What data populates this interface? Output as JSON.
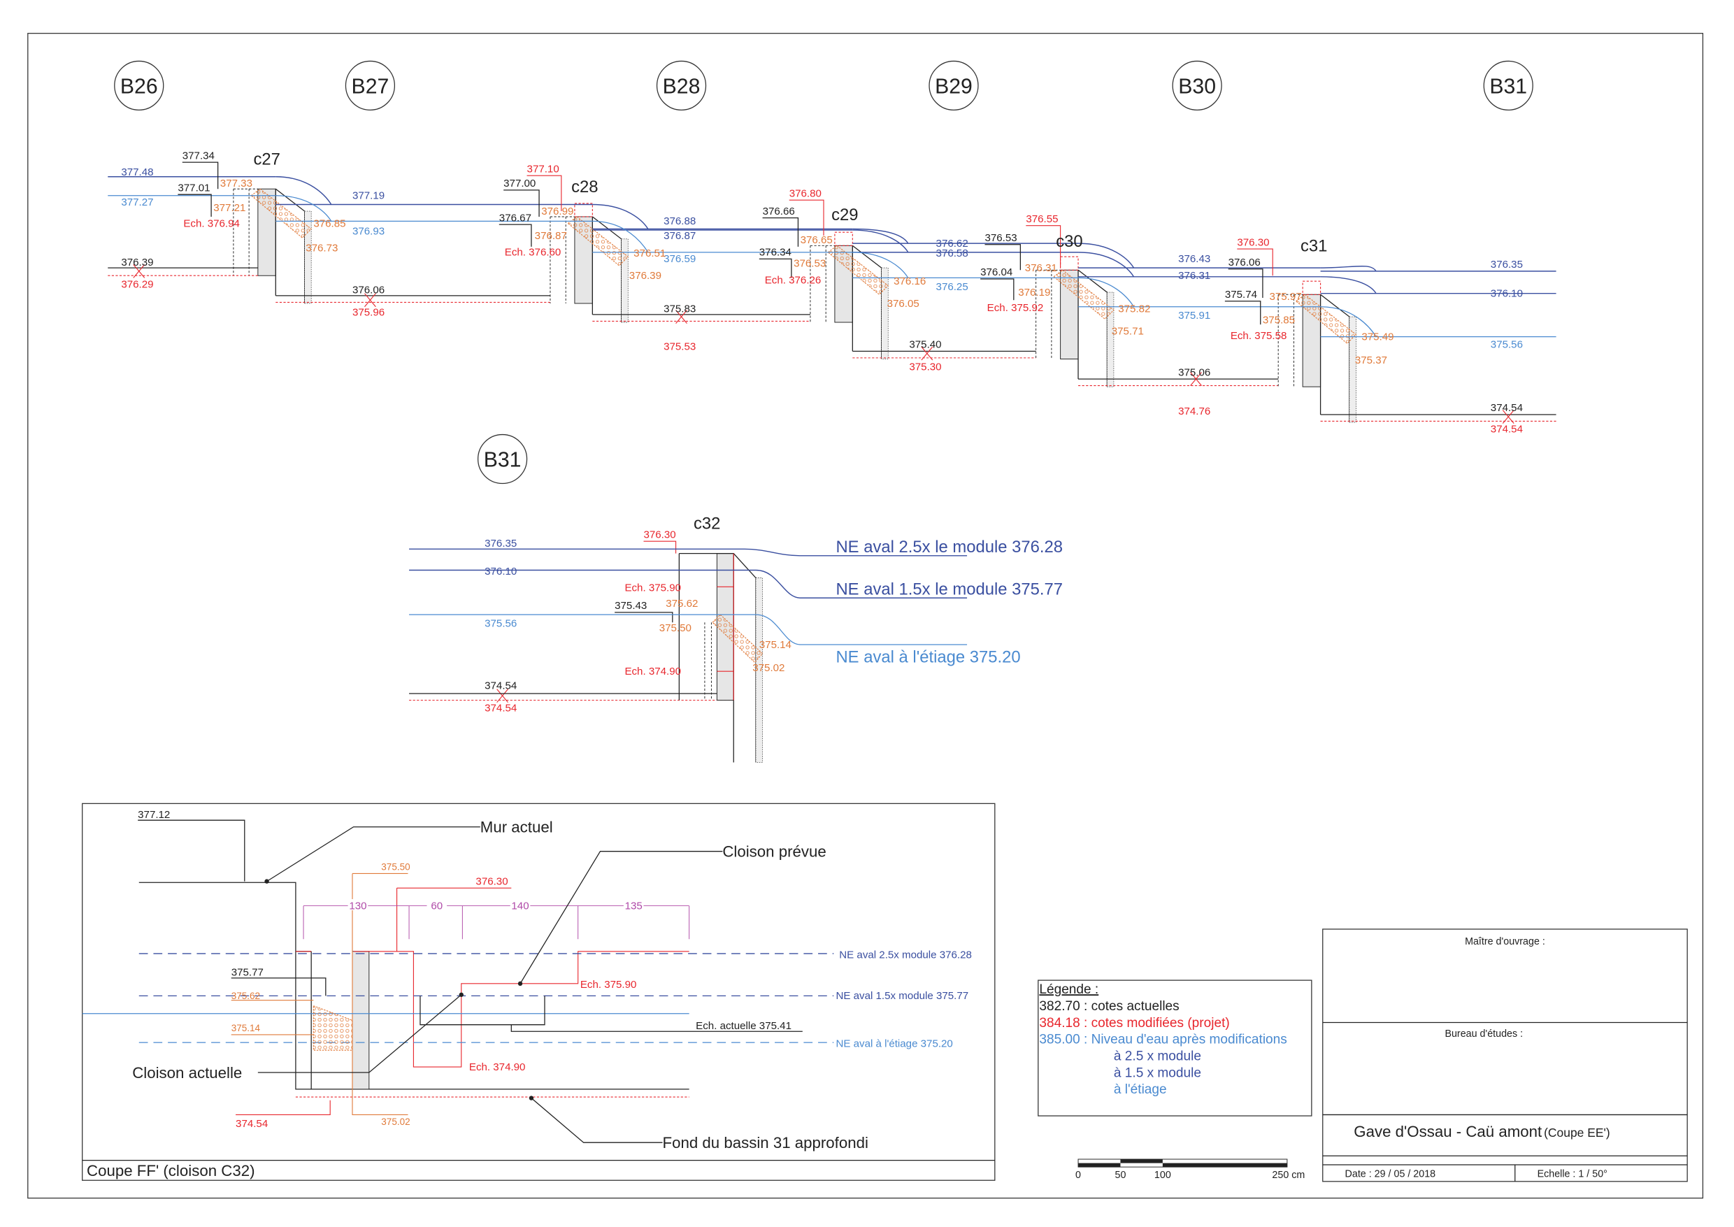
{
  "bubbles": {
    "b26": "B26",
    "b27": "B27",
    "b28": "B28",
    "b29": "B29",
    "b30": "B30",
    "b31": "B31",
    "b31_lower": "B31"
  },
  "c27": {
    "name": "c27",
    "water": [
      "377.48",
      "377.27",
      "377.19",
      "376.93"
    ],
    "actual": [
      "377.34",
      "377.01",
      "376.39",
      "376.06"
    ],
    "project": [
      "377.33",
      "377.21",
      "376.85",
      "376.73"
    ],
    "modified": [
      "Ech. 376.94",
      "376.29",
      "375.96"
    ]
  },
  "c28": {
    "name": "c28",
    "water": [
      "376.88",
      "376.87",
      "376.59"
    ],
    "actual": [
      "377.00",
      "376.67",
      "375.83"
    ],
    "project": [
      "376.99",
      "376.87",
      "376.51",
      "376.39"
    ],
    "modified": [
      "377.10",
      "Ech. 376.60",
      "375.53"
    ]
  },
  "c29": {
    "name": "c29",
    "water": [
      "376.62",
      "376.58",
      "376.25"
    ],
    "actual": [
      "376.66",
      "376.34",
      "375.40"
    ],
    "project": [
      "376.65",
      "376.53",
      "376.16",
      "376.05"
    ],
    "modified": [
      "376.80",
      "Ech. 376.26",
      "375.30"
    ]
  },
  "c30": {
    "name": "c30",
    "water": [
      "376.43",
      "376.31",
      "375.91"
    ],
    "actual": [
      "376.53",
      "376.04",
      "375.06"
    ],
    "project": [
      "376.31",
      "376.19",
      "375.82",
      "375.71"
    ],
    "modified": [
      "376.55",
      "Ech. 375.92",
      "374.76"
    ]
  },
  "c31": {
    "name": "c31",
    "water": [
      "376.35",
      "376.10",
      "375.56"
    ],
    "actual": [
      "376.06",
      "375.74",
      "374.54"
    ],
    "project": [
      "375.97",
      "375.85",
      "375.49",
      "375.37"
    ],
    "modified": [
      "376.30",
      "Ech. 375.58",
      "374.54"
    ]
  },
  "c32": {
    "name": "c32",
    "water": [
      "376.35",
      "376.10",
      "375.56"
    ],
    "actual": [
      "375.43",
      "374.54"
    ],
    "project": [
      "375.62",
      "375.50",
      "375.14",
      "375.02"
    ],
    "modified": [
      "376.30",
      "Ech. 375.90",
      "Ech. 374.90",
      "374.54"
    ],
    "ne_labels": [
      "NE aval 2.5x le module 376.28",
      "NE aval 1.5x le module 375.77",
      "NE aval à l'étiage 375.20"
    ]
  },
  "coupe_ff": {
    "title": "Coupe FF' (cloison C32)",
    "top_level": "377.12",
    "mur_actuel": "Mur actuel",
    "cloison_prevue": "Cloison prévue",
    "cloison_actuelle": "Cloison actuelle",
    "fond_bassin": "Fond du bassin 31 approfondi",
    "orange_top": "375.50",
    "red_top": "376.30",
    "dims": [
      "130",
      "60",
      "140",
      "135"
    ],
    "level_1": "375.77",
    "orange_1": "375.62",
    "orange_2": "375.14",
    "ech_prevue_high": "Ech. 375.90",
    "ech_actuelle": "Ech. actuelle 375.41",
    "ech_prevue_low": "Ech. 374.90",
    "red_bottom": "374.54",
    "orange_bottom": "375.02",
    "ne_labels": [
      "NE aval 2.5x module 376.28",
      "NE aval 1.5x module 375.77",
      "NE aval à l'étiage 375.20"
    ]
  },
  "legend": {
    "title": "Légende :",
    "actual": "382.70 : cotes actuelles",
    "modified": "384.18 : cotes modifiées (projet)",
    "water": "385.00 : Niveau d'eau après modifications",
    "w1": "à 2.5 x module",
    "w2": "à 1.5 x module",
    "w3": "à l'étiage"
  },
  "scale_bar": {
    "ticks": [
      "0",
      "50",
      "100",
      "250 cm"
    ]
  },
  "title_block": {
    "maitre": "Maître d'ouvrage :",
    "bureau": "Bureau d'études :",
    "project": "Gave d'Ossau - Caü amont",
    "project_sub": "(Coupe EE')",
    "date": "Date : 29 / 05 / 2018",
    "scale": "Echelle : 1 / 50°"
  },
  "colors": {
    "actual": "#222222",
    "modified": "#e8262d",
    "project": "#e07a3a",
    "water_high": "#3a4fa0",
    "water_low": "#4a8ad0",
    "dimension": "#b04aa8"
  }
}
